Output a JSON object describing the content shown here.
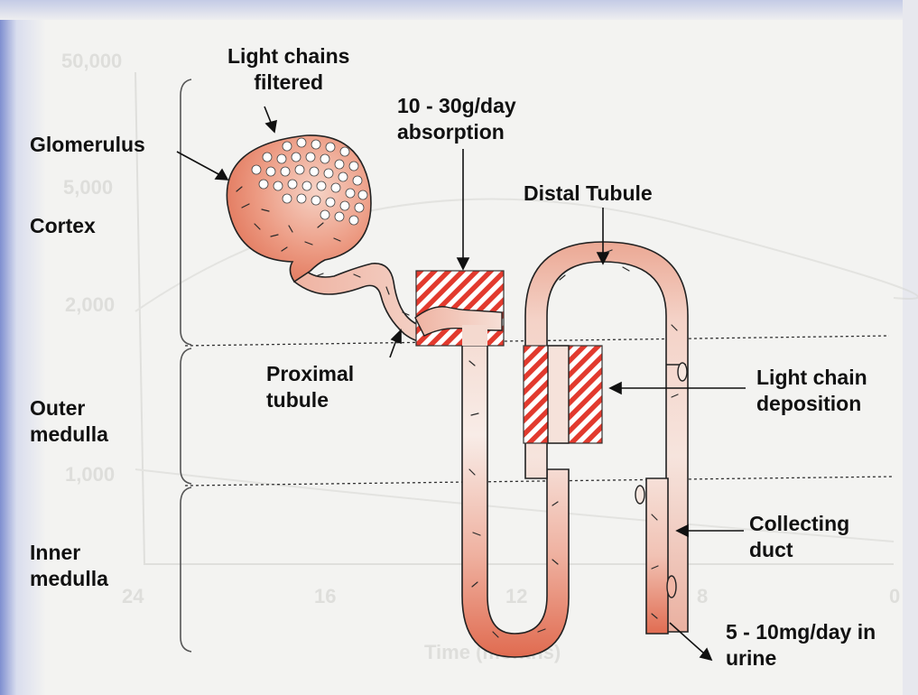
{
  "labels": {
    "light_chains_filtered": "Light chains\nfiltered",
    "glomerulus": "Glomerulus",
    "cortex": "Cortex",
    "absorption": "10 - 30g/day\nabsorption",
    "distal_tubule": "Distal Tubule",
    "proximal_tubule": "Proximal\ntubule",
    "outer_medulla": "Outer\nmedulla",
    "light_chain_deposition": "Light chain\ndeposition",
    "inner_medulla": "Inner\nmedulla",
    "collecting_duct": "Collecting\nduct",
    "urine_excretion": "5 - 10mg/day in\nurine"
  },
  "background_chart": {
    "y_ticks": [
      "50,000",
      "5,000",
      "2,000",
      "1,000"
    ],
    "x_ticks": [
      "0",
      "8",
      "12",
      "16",
      "24"
    ],
    "xlabel": "Time (months)"
  },
  "colors": {
    "page_background": "#f3f3f1",
    "left_band": "#9aa7d9",
    "tissue_dark": "#e07055",
    "tissue_light": "#f6e2da",
    "hatch_red": "#e23a2e",
    "text": "#111111",
    "faded_chart": "#c9c9c6"
  }
}
